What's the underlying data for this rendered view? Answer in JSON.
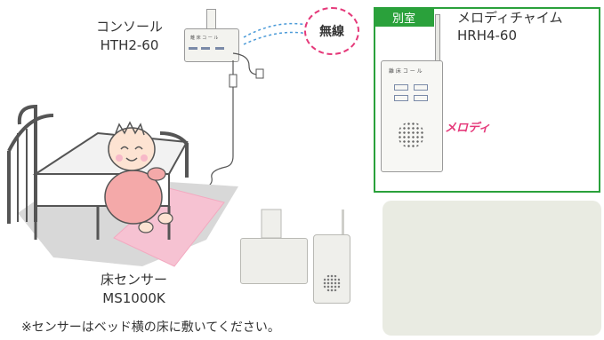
{
  "console": {
    "name": "コンソール",
    "model": "HTH2-60",
    "panel_text": "離 床 コ ー ル"
  },
  "wireless_label": "無線",
  "panel": {
    "tag": "別室",
    "title": "メロディチャイム",
    "model": "HRH4-60",
    "chime_text": "離 床 コ ー ル",
    "melody_label": "メロディ"
  },
  "sensor": {
    "name": "床センサー",
    "model": "MS1000K"
  },
  "footnote": "※センサーはベッド横の床に敷いてください。",
  "colors": {
    "accent_green": "#2aa13b",
    "accent_pink": "#e5397a",
    "note_orange": "#f08a1a",
    "mat_pink": "#f6c2d2"
  },
  "icons": [
    "console-icon",
    "chime-icon",
    "music-note-icon",
    "bed-icon",
    "baby-icon",
    "woman-icon",
    "plug-icon",
    "floor-sensor-icon"
  ]
}
